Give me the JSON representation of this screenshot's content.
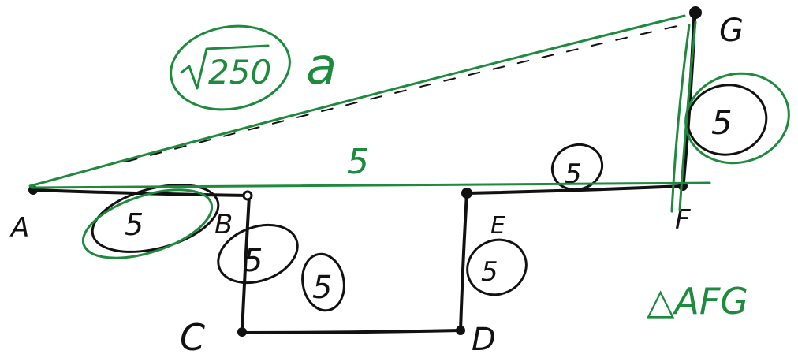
{
  "colors": {
    "ink_black": "#111111",
    "ink_green": "#1e8a3e",
    "background": "#ffffff"
  },
  "points": {
    "A": "A",
    "B": "B",
    "C": "C",
    "D": "D",
    "E": "E",
    "F": "F",
    "G": "G"
  },
  "segment_lengths": {
    "AB": "5",
    "BC": "5",
    "CD": "5",
    "DE": "5",
    "EF": "5",
    "FG": "5",
    "AF": "5"
  },
  "hypotenuse": {
    "root_value": "250",
    "unit": "a"
  },
  "annotation": "△AFG"
}
